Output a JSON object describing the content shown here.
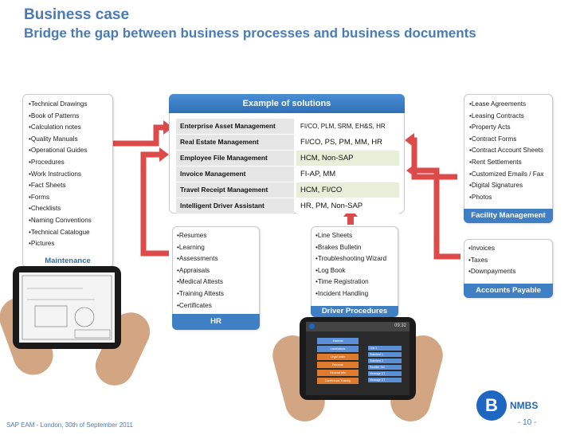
{
  "header": {
    "title": "Business case",
    "subtitle": "Bridge the gap between business processes and business documents"
  },
  "maintenance": {
    "items": [
      "Technical Drawings",
      "Book of Patterns",
      "Calculation notes",
      "Quality Manuals",
      "Operational Guides",
      "Procedures",
      "Work Instructions",
      "Fact Sheets",
      "Forms",
      "Checklists",
      "Naming Conventions",
      "Technical Catalogue",
      "Pictures"
    ],
    "label": "Maintenance"
  },
  "solutions": {
    "title": "Example of solutions",
    "rows": [
      {
        "name": "Enterprise Asset Management",
        "value": "FI/CO, PLM, SRM, EH&S, HR"
      },
      {
        "name": "Real Estate Management",
        "value": "FI/CO, PS, PM, MM, HR"
      },
      {
        "name": "Employee File Management",
        "value": "HCM, Non-SAP"
      },
      {
        "name": "Invoice Management",
        "value": "FI-AP, MM"
      },
      {
        "name": "Travel Receipt Management",
        "value": "HCM, FI/CO"
      },
      {
        "name": "Intelligent Driver Assistant",
        "value": "HR, PM, Non-SAP"
      }
    ]
  },
  "facility": {
    "items": [
      "Lease Agreements",
      "Leasing Contracts",
      "Property Acts",
      "Contract Forms",
      "Contract Account Sheets",
      "Rent Settlements",
      "Customized Emails / Fax",
      "Digital Signatures",
      "Photos"
    ],
    "label": "Facility Management"
  },
  "hr": {
    "items": [
      "Resumes",
      "Learning",
      "Assessments",
      "Appraisals",
      "Medical Attests",
      "Training Attests",
      "Certificates"
    ],
    "label": "HR"
  },
  "driver": {
    "items": [
      "Line Sheets",
      "Brakes Bulletin",
      "Troubleshooting Wizard",
      "Log Book",
      "Time Registration",
      "Incident Handling"
    ],
    "label": "Driver Procedures"
  },
  "payable": {
    "items": [
      "Invoices",
      "Taxes",
      "Downpayments"
    ],
    "label": "Accounts Payable"
  },
  "tablet": {
    "time": "09:32",
    "menu": [
      "Material",
      "Installations",
      "Legal order",
      "Records",
      "General Info",
      "Conference Training"
    ],
    "list": [
      "Line 1",
      "Standard 1",
      "Standard 2",
      "Rectifier Std",
      "Message CT",
      "Message CT"
    ]
  },
  "footer": {
    "text": "SAP EAM - London, 30th of September 2011",
    "page": "- 10 -",
    "logo_letter": "B",
    "logo_text": "NMBS"
  },
  "colors": {
    "accent": "#4a7bb7",
    "bar": "#3f7fc4",
    "arrow": "#dd4a4a"
  }
}
